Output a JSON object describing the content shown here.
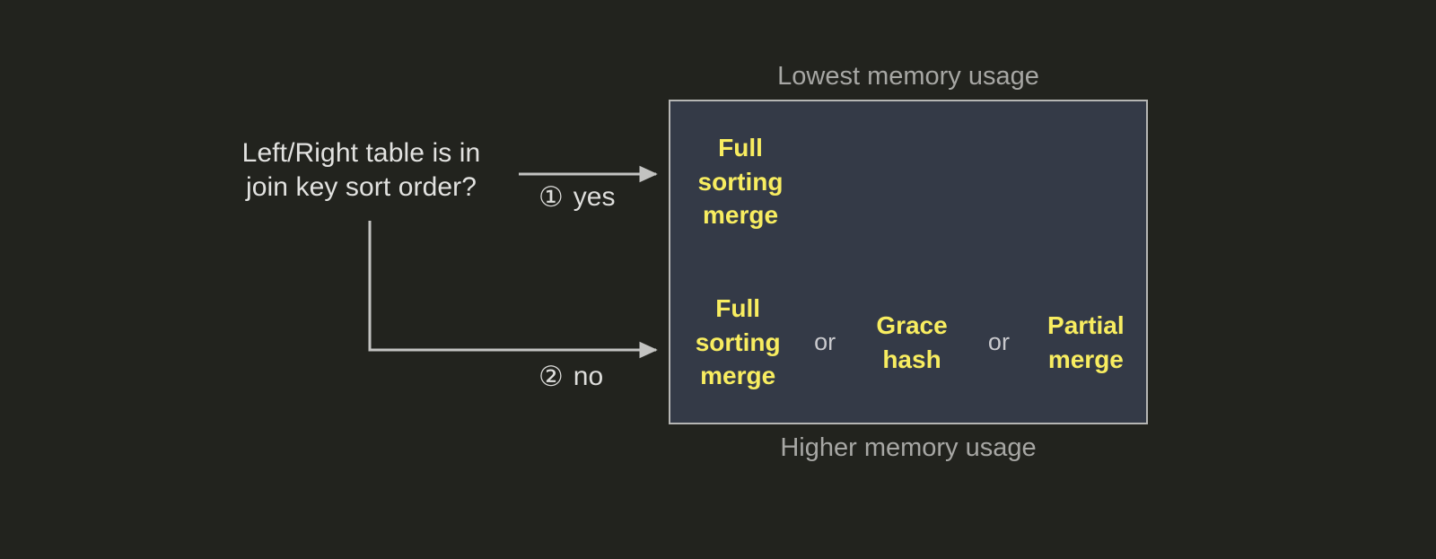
{
  "background_color": "#22231e",
  "question": {
    "text": "Left/Right table is in\njoin key sort order?"
  },
  "branches": [
    {
      "marker": "①",
      "label": "yes"
    },
    {
      "marker": "②",
      "label": "no"
    }
  ],
  "captions": {
    "top": "Lowest memory usage",
    "bottom": "Higher memory usage"
  },
  "results_box": {
    "fill_color": "#343a47",
    "border_color": "#b6b6b4",
    "option_color": "#f8ed60",
    "separator_color": "#c9c9cd",
    "rows": [
      {
        "branch": "yes",
        "options": [
          "Full\nsorting\nmerge"
        ],
        "separators": []
      },
      {
        "branch": "no",
        "options": [
          "Full\nsorting\nmerge",
          "Grace\nhash",
          "Partial\nmerge"
        ],
        "separators": [
          "or",
          "or"
        ]
      }
    ]
  }
}
